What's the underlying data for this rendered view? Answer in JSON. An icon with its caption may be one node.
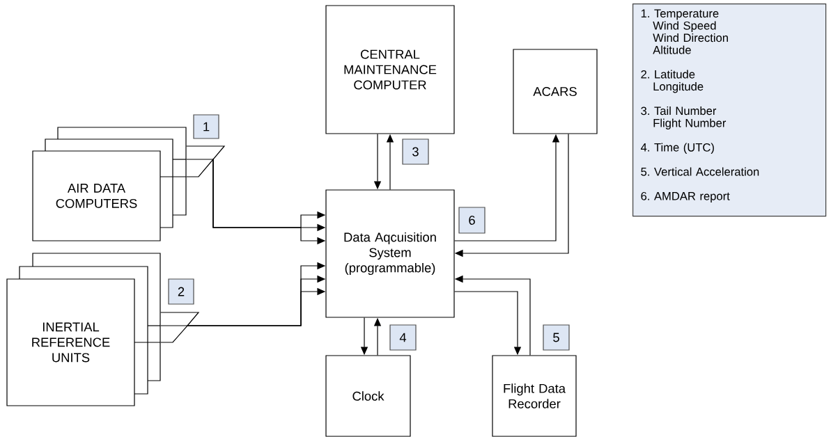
{
  "diagram": {
    "nodes": [
      {
        "text": [
          "CENTRAL MAINTENANCE COMPUTER"
        ]
      },
      {
        "text": [
          "ACARS"
        ]
      },
      {
        "text": [
          "1. Temperature Wind Speed Wind Direction Altitude",
          "2. Latitude Longitude",
          "3. Tail Number Flight Number",
          "4. Time (UTC)",
          "5. Vertical Acceleration",
          "6. AMDAR report"
        ]
      },
      {
        "text": [
          "1"
        ]
      },
      {
        "text": [
          "AIR DATA COMPUTERS"
        ]
      },
      {
        "text": [
          "3"
        ]
      },
      {
        "text": [
          "Data Aqcuisition System (programmable)"
        ]
      },
      {
        "text": [
          "6"
        ]
      },
      {
        "text": [
          "2"
        ]
      },
      {
        "text": [
          "INERTIAL REFERENCE UNITS"
        ]
      },
      {
        "text": [
          "4"
        ]
      },
      {
        "text": [
          "5"
        ]
      },
      {
        "text": [
          "Clock"
        ]
      },
      {
        "text": [
          "Flight Data Recorder"
        ]
      }
    ],
    "edges": [
      {
        "from": 0,
        "to": 6,
        "arrow": "to"
      },
      {
        "from": 6,
        "to": 0,
        "arrow": "to"
      },
      {
        "from": 6,
        "to": 1,
        "arrow": "to"
      },
      {
        "from": 1,
        "to": 6,
        "arrow": "to"
      },
      {
        "from": 4,
        "to": 6,
        "arrow": "to"
      },
      {
        "from": 4,
        "to": 6,
        "arrow": "to"
      },
      {
        "from": 4,
        "to": 6,
        "arrow": "to"
      },
      {
        "from": 9,
        "to": 6,
        "arrow": "to"
      },
      {
        "from": 9,
        "to": 6,
        "arrow": "to"
      },
      {
        "from": 9,
        "to": 6,
        "arrow": "to"
      },
      {
        "from": 6,
        "to": 12,
        "arrow": "to"
      },
      {
        "from": 12,
        "to": 6,
        "arrow": "to"
      },
      {
        "from": 6,
        "to": 13,
        "arrow": "to"
      },
      {
        "from": 13,
        "to": 6,
        "arrow": "to"
      }
    ]
  }
}
